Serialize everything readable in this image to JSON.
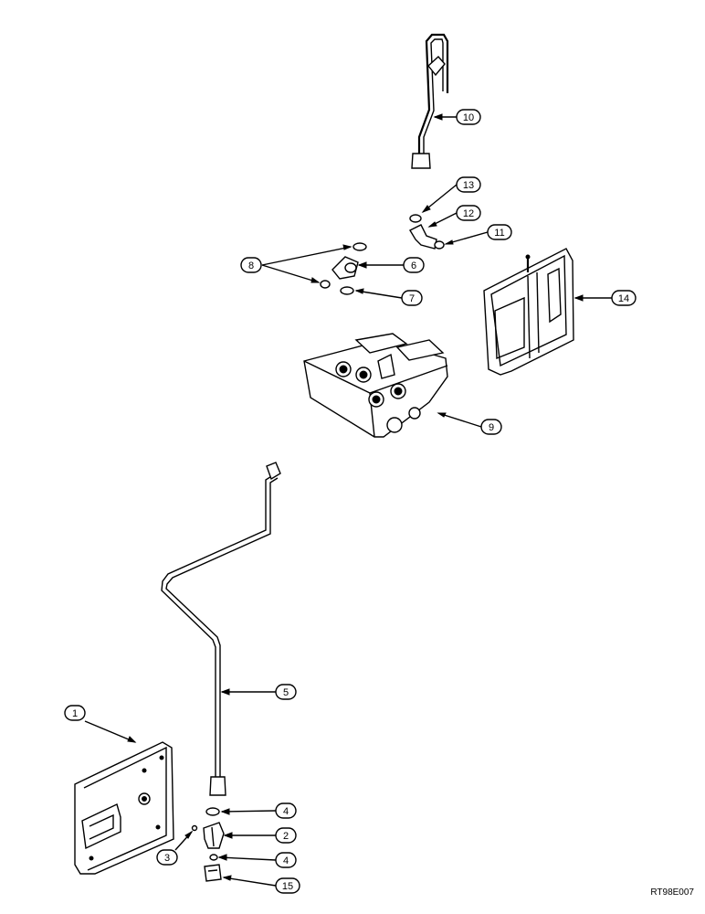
{
  "drawing_id": "RT98E007",
  "callouts": [
    {
      "id": "c1",
      "label": "1"
    },
    {
      "id": "c2",
      "label": "2"
    },
    {
      "id": "c3",
      "label": "3"
    },
    {
      "id": "c4a",
      "label": "4"
    },
    {
      "id": "c4b",
      "label": "4"
    },
    {
      "id": "c5",
      "label": "5"
    },
    {
      "id": "c6",
      "label": "6"
    },
    {
      "id": "c7",
      "label": "7"
    },
    {
      "id": "c8",
      "label": "8"
    },
    {
      "id": "c9",
      "label": "9"
    },
    {
      "id": "c10",
      "label": "10"
    },
    {
      "id": "c11",
      "label": "11"
    },
    {
      "id": "c12",
      "label": "12"
    },
    {
      "id": "c13",
      "label": "13"
    },
    {
      "id": "c14",
      "label": "14"
    },
    {
      "id": "c15",
      "label": "15"
    }
  ]
}
